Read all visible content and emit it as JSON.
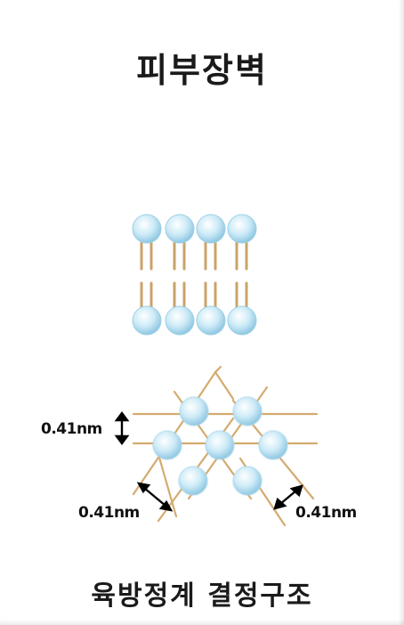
{
  "title": "피부장벽",
  "caption": "육방정계 결정구조",
  "labels": {
    "vertical_spacing": "0.41nm",
    "left_spacing": "0.41nm",
    "right_spacing": "0.41nm"
  },
  "colors": {
    "lipid_head": "#bfe4f3",
    "lipid_head_edge": "#8fc7e2",
    "lipid_tail": "#c9a36a",
    "arrow": "#000000"
  }
}
